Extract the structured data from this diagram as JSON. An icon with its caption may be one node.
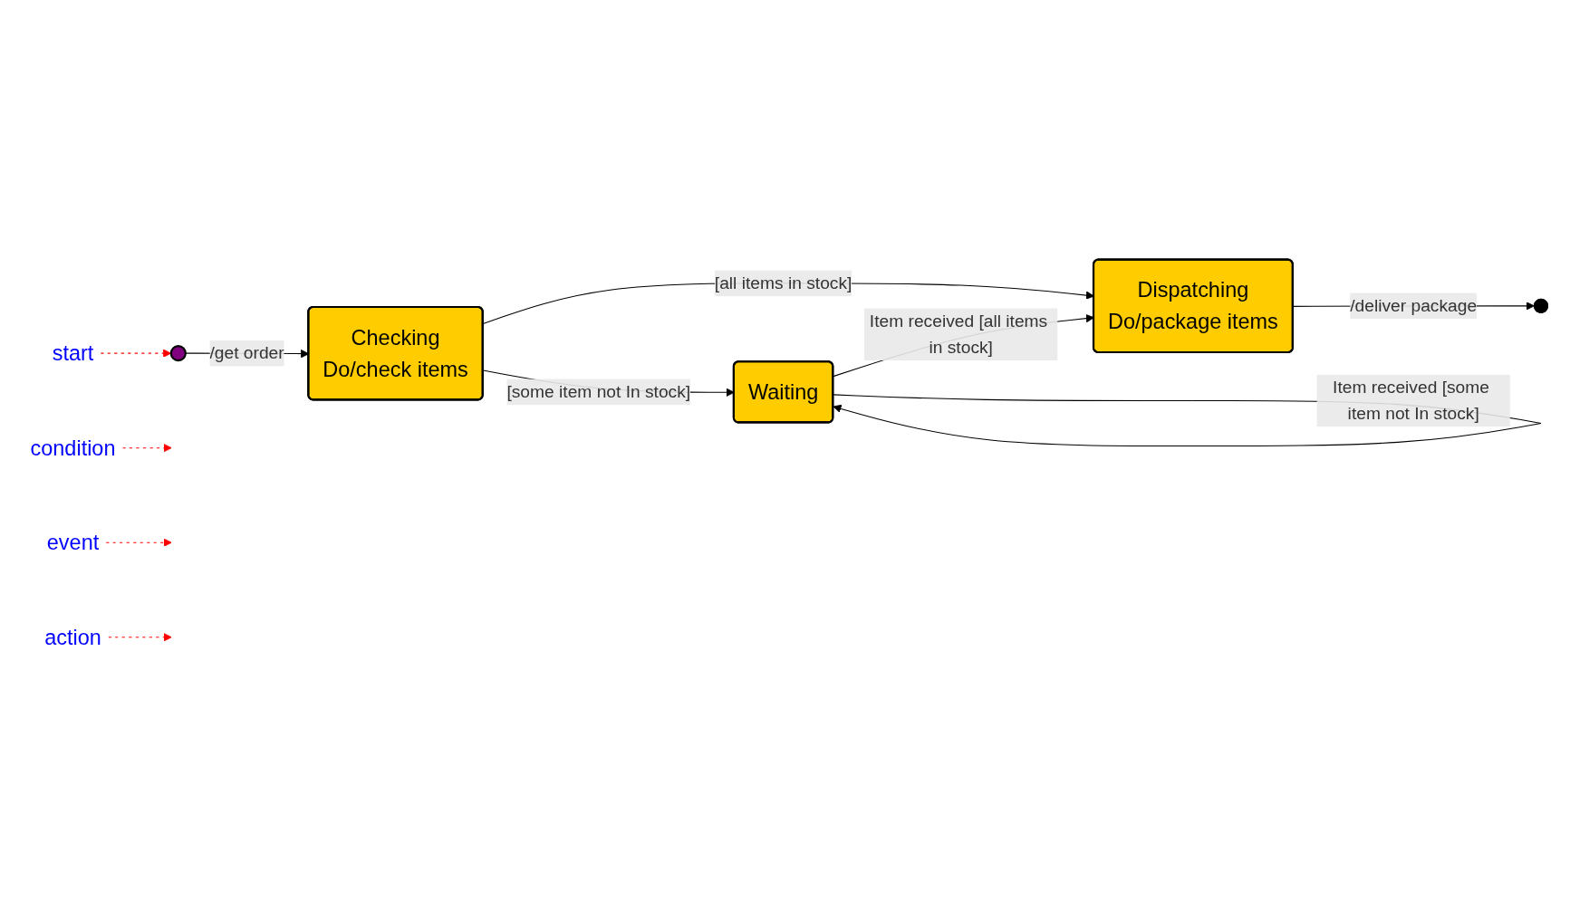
{
  "diagram": {
    "nodes": [
      {
        "text": [],
        "shape": "circle"
      },
      {
        "text": [
          "Checking",
          "Do/check items"
        ]
      },
      {
        "text": [
          "Dispatching",
          "Do/package items"
        ]
      },
      {
        "text": [
          "Waiting"
        ]
      },
      {
        "text": [],
        "shape": "circle"
      },
      {
        "text": [
          "start"
        ]
      },
      {
        "text": [
          "condition"
        ]
      },
      {
        "text": [
          "event"
        ]
      },
      {
        "text": [
          "action"
        ]
      }
    ],
    "edges": [
      {
        "from": 0,
        "to": 1,
        "arrow": "to",
        "label": "/get order"
      },
      {
        "from": 1,
        "to": 2,
        "arrow": "to",
        "label": "[all items in stock]"
      },
      {
        "from": 1,
        "to": 3,
        "arrow": "to",
        "label": "[some item not In stock]"
      },
      {
        "from": 3,
        "to": 3,
        "arrow": "to",
        "label": "Item received [some item not In stock]"
      },
      {
        "from": 3,
        "to": 2,
        "arrow": "to",
        "label": "Item received [all items in stock]"
      },
      {
        "from": 2,
        "to": 4,
        "arrow": "to",
        "label": "/deliver package"
      },
      {
        "from": 5,
        "to": 0,
        "arrow": "to",
        "style": "dashed",
        "color": "#ff0000"
      },
      {
        "from": 6,
        "to": null,
        "arrow": "to",
        "style": "dashed",
        "color": "#ff0000"
      },
      {
        "from": 7,
        "to": null,
        "arrow": "to",
        "style": "dashed",
        "color": "#ff0000"
      },
      {
        "from": 8,
        "to": null,
        "arrow": "to",
        "style": "dashed",
        "color": "#ff0000"
      }
    ]
  }
}
